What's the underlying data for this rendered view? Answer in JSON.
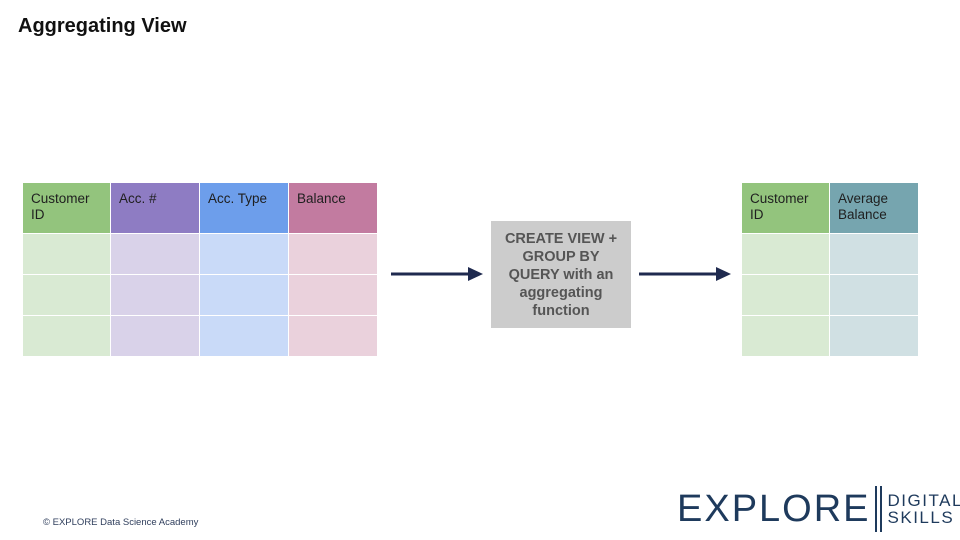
{
  "title": "Aggregating View",
  "source_table": {
    "headers": [
      "Customer ID",
      "Acc. #",
      "Acc. Type",
      "Balance"
    ],
    "header_colors": [
      "#93c47d",
      "#8e7cc3",
      "#6d9eeb",
      "#c27ba0"
    ],
    "cell_colors": [
      "#d9ead3",
      "#d9d2e9",
      "#c9daf8",
      "#ead1dc"
    ],
    "rows": [
      [
        "",
        "",
        "",
        ""
      ],
      [
        "",
        "",
        "",
        ""
      ],
      [
        "",
        "",
        "",
        ""
      ]
    ]
  },
  "process_box": {
    "label": "CREATE VIEW + GROUP BY QUERY with an aggregating function"
  },
  "result_table": {
    "headers": [
      "Customer ID",
      "Average Balance"
    ],
    "header_colors": [
      "#93c47d",
      "#76a5af"
    ],
    "cell_colors": [
      "#d9ead3",
      "#d0e0e3"
    ],
    "rows": [
      [
        "",
        ""
      ],
      [
        "",
        ""
      ],
      [
        "",
        ""
      ]
    ]
  },
  "arrow_color": "#1f2a4f",
  "footer": "© EXPLORE Data Science Academy",
  "logo": {
    "main": "EXPLORE",
    "top": "DIGITAL",
    "bottom": "SKILLS"
  }
}
